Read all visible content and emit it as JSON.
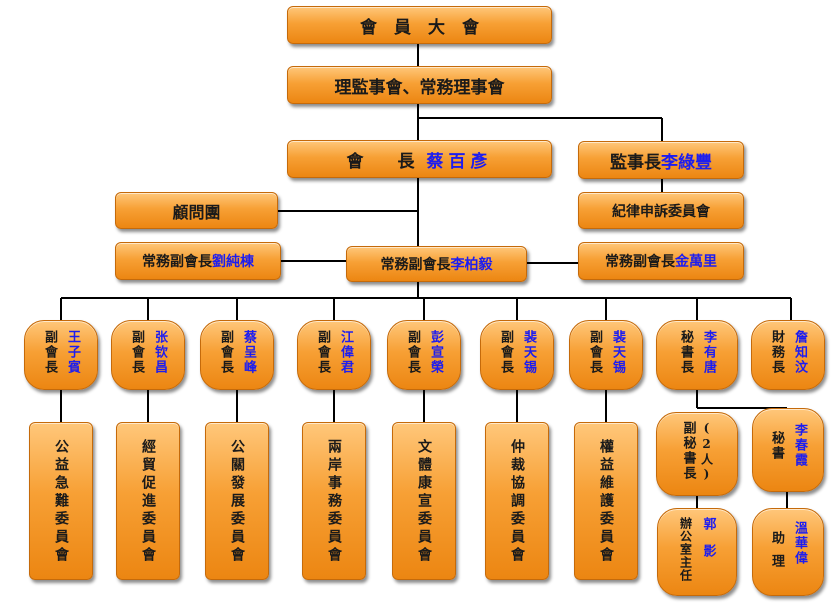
{
  "top": {
    "assembly": "會　員　大　會",
    "board": "理監事會、常務理事會",
    "president_title": "會　　長",
    "president_name": "蔡百彥",
    "supervisor_title": "監事長",
    "supervisor_name": "李綠豐",
    "advisors": "顧問團",
    "discipline": "紀律申訴委員會",
    "exec_vp_left_title": "常務副會長",
    "exec_vp_left_name": "劉純棟",
    "exec_vp_center_title": "常務副會長",
    "exec_vp_center_name": "李柏毅",
    "exec_vp_right_title": "常務副會長",
    "exec_vp_right_name": "金萬里"
  },
  "officers": [
    {
      "title": "副會長",
      "name": "王子賓"
    },
    {
      "title": "副會長",
      "name": "张钦昌"
    },
    {
      "title": "副會長",
      "name": "蔡呈峰"
    },
    {
      "title": "副會長",
      "name": "江偉君"
    },
    {
      "title": "副會長",
      "name": "彭宣榮"
    },
    {
      "title": "副會長",
      "name": "裴天锡"
    },
    {
      "title": "副會長",
      "name": "裴天锡"
    },
    {
      "title": "秘書長",
      "name": "李有唐"
    },
    {
      "title": "財務長",
      "name": "詹知汶"
    }
  ],
  "committees": [
    "公益急難委員會",
    "經貿促進委員會",
    "公關發展委員會",
    "兩岸事務委員會",
    "文體康宣委員會",
    "仲裁協調委員會",
    "權益維護委員會"
  ],
  "secretariat": {
    "deputy_title": "副秘書長",
    "deputy_note": "(2人)",
    "secretary_title": "秘書",
    "secretary_name": "李春霞",
    "office_title": "辦公室主任",
    "office_name": "郭影",
    "assistant_title": "助理",
    "assistant_name": "溫華偉"
  }
}
